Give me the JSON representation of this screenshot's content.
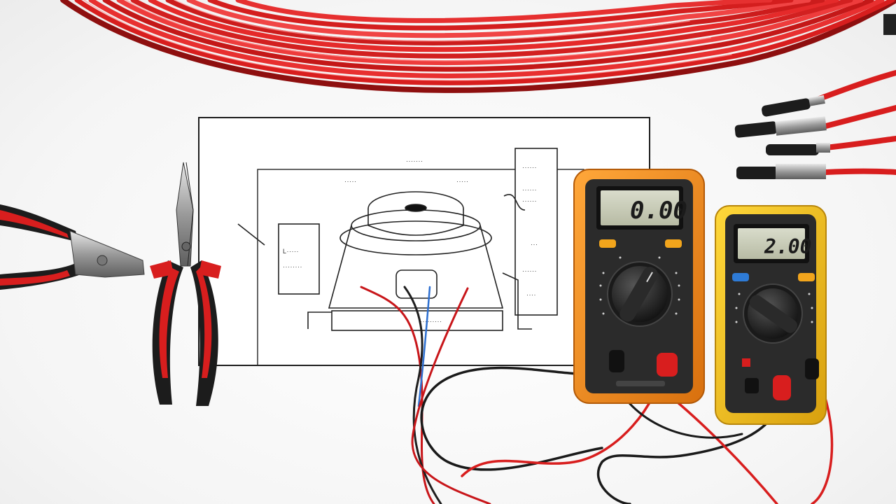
{
  "scene": {
    "description_free": true
  },
  "meter_large": {
    "display_value": "0.00",
    "body_color": "#f28a1c",
    "face_color": "#2b2b2b",
    "button_color": "#f2a51c"
  },
  "meter_small": {
    "display_value": "2.00",
    "body_color": "#f2c21c",
    "face_color": "#2b2b2b",
    "button_left_color": "#2e7bd6",
    "button_right_color": "#f2a51c"
  },
  "wire_color": "#d81e1e",
  "pliers_grip_color": "#d81e1e",
  "pliers_grip_dark": "#1c1c1c",
  "diagram": {
    "labels": {
      "top": "·······",
      "tl": "·····",
      "tr": "·····",
      "box_left_1": "L·····",
      "box_left_2": "········",
      "right_1": "······",
      "right_2": "······",
      "right_3": "······",
      "right_4": "···",
      "right_5": "······",
      "right_6": "····",
      "bottom": "·········"
    }
  }
}
